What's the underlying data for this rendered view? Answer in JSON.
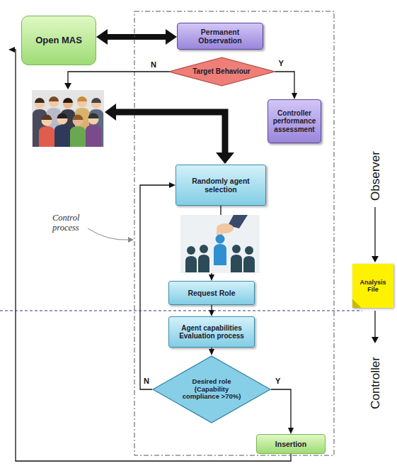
{
  "diagram": {
    "nodes": [
      {
        "text": [
          "Open MAS"
        ]
      },
      {
        "text": [
          "Permanent Observation"
        ]
      },
      {
        "text": [
          "Target Behaviour"
        ]
      },
      {
        "text": [
          "Controller performance assessment"
        ]
      },
      {
        "text": [
          "Randomly agent selection"
        ]
      },
      {
        "text": [
          "Request Role"
        ]
      },
      {
        "text": [
          "Agent capabilities Evaluation process"
        ]
      },
      {
        "text": [
          "Desired role (Capability compliance >70%)"
        ]
      },
      {
        "text": [
          "Insertion"
        ]
      },
      {
        "text": [
          "Analysis File"
        ]
      }
    ],
    "edges": [
      {
        "from": 0,
        "to": 1,
        "arrow": "both"
      },
      {
        "from": 2,
        "to": 3,
        "label": "Y",
        "arrow": "to"
      },
      {
        "from": 4,
        "to": 5,
        "arrow": "to"
      },
      {
        "from": 5,
        "to": 6,
        "arrow": "to"
      },
      {
        "from": 6,
        "to": 7,
        "arrow": "to"
      },
      {
        "from": 7,
        "to": 4,
        "label": "N",
        "arrow": "to"
      },
      {
        "from": 7,
        "to": 8,
        "label": "Y",
        "arrow": "to"
      },
      {
        "from": 8,
        "to": 0,
        "arrow": "to"
      }
    ],
    "labels": [
      "N",
      "Control process",
      "Observer",
      "Controller"
    ]
  }
}
